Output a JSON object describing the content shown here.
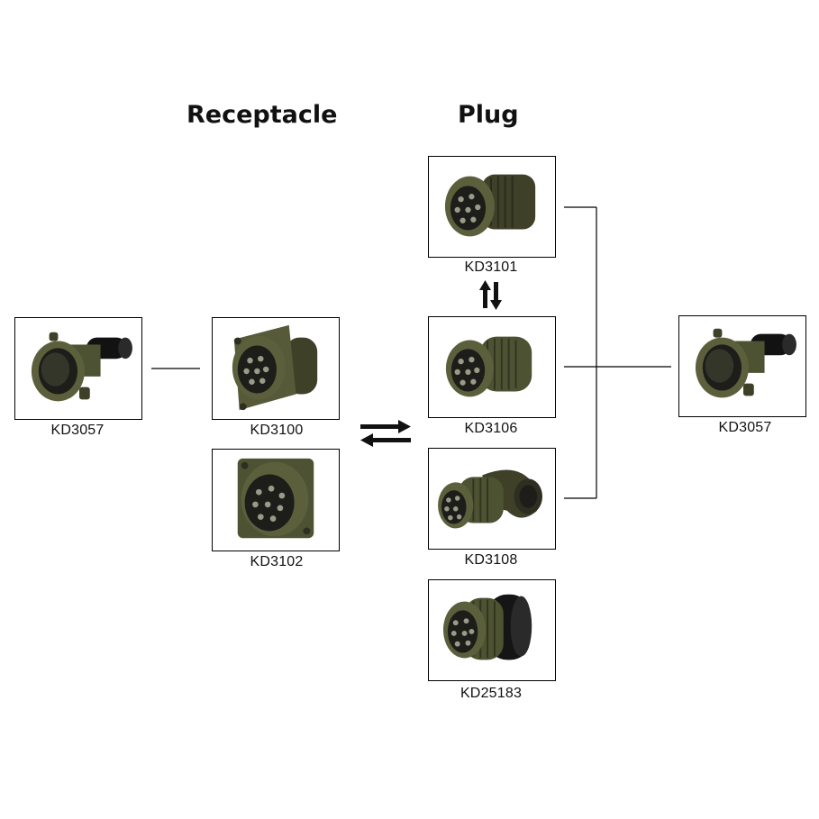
{
  "headings": {
    "receptacle": "Receptacle",
    "plug": "Plug"
  },
  "parts": {
    "left_clamp": "KD3057",
    "kd3100": "KD3100",
    "kd3102": "KD3102",
    "kd3101": "KD3101",
    "kd3106": "KD3106",
    "kd3108": "KD3108",
    "kd25183": "KD25183",
    "right_clamp": "KD3057"
  },
  "colors": {
    "connector_olive": "#5b5f3c",
    "connector_dark": "#3e4028",
    "insert_black": "#1d1d19",
    "lines": "#000000"
  }
}
